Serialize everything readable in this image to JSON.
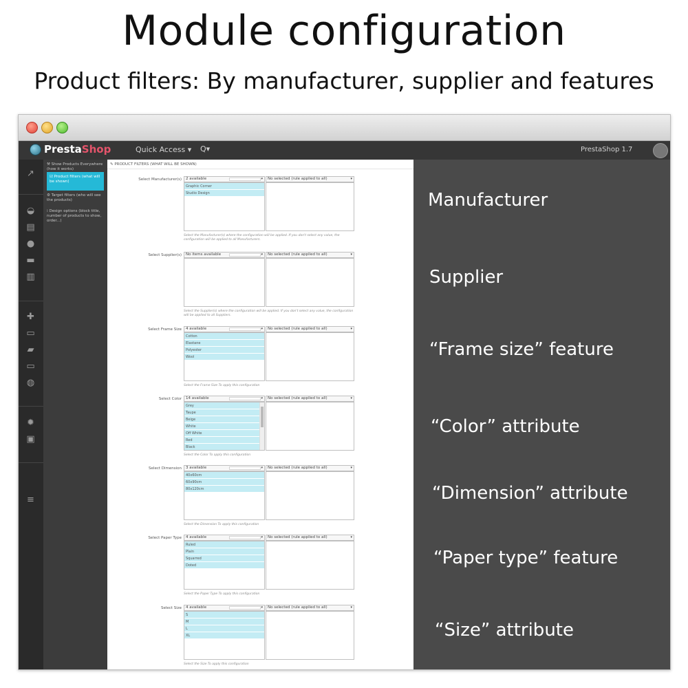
{
  "hero": {
    "title": "Module configuration",
    "subtitle": "Product filters: By manufacturer, supplier and features"
  },
  "window": {
    "logo_text_a": "Presta",
    "logo_text_b": "Shop",
    "quick_access": "Quick Access ▾",
    "search": "Q▾",
    "version": "PrestaShop 1.7"
  },
  "sidebar": {
    "icons": [
      "trend-icon",
      "basket-icon",
      "store-icon",
      "user-icon",
      "chat-icon",
      "stats-icon",
      "puzzle-icon",
      "monitor-icon",
      "truck-icon",
      "card-icon",
      "globe-icon",
      "gear-icon",
      "gear-box-icon",
      "menu-icon"
    ]
  },
  "subnav": {
    "items": [
      {
        "label": "⚒ Show Products Everywhere (how it works)"
      },
      {
        "label": "☑ Product filters (what will be shown)"
      },
      {
        "label": "⚙ Target filters (who will see the products)"
      },
      {
        "label": "⁞ Design options (block title, number of products to show, order...)"
      }
    ]
  },
  "panel": {
    "heading": "✎ PRODUCT FILTERS (WHAT WILL BE SHOWN)",
    "rows": [
      {
        "label": "Select Manufacturer(s)",
        "left_select": "2 available",
        "right_select": "No selected (rule applied to all)",
        "options": [
          "Graphic Corner",
          "Studio Design"
        ],
        "help": "Select the Manufacturer(s) where the configuration will be applied. If you don't select any value, the configuration will be applied to all Manufacturers."
      },
      {
        "label": "Select Supplier(s)",
        "left_select": "No items available",
        "right_select": "No selected (rule applied to all)",
        "options": [],
        "help": "Select the Supplier(s) where the configuration will be applied. If you don't select any value, the configuration will be applied to all Suppliers."
      },
      {
        "label": "Select Frame Size",
        "left_select": "4 available",
        "right_select": "No selected (rule applied to all)",
        "options": [
          "Cotton",
          "Elastane",
          "Polyester",
          "Wool"
        ],
        "help": "Select the Frame Size To apply this configuration"
      },
      {
        "label": "Select Color",
        "left_select": "14 available",
        "right_select": "No selected (rule applied to all)",
        "options": [
          "Grey",
          "Taupe",
          "Beige",
          "White",
          "Off White",
          "Red",
          "Black"
        ],
        "help": "Select the Color To apply this configuration"
      },
      {
        "label": "Select Dimension",
        "left_select": "3 available",
        "right_select": "No selected (rule applied to all)",
        "options": [
          "40x60cm",
          "60x90cm",
          "80x120cm"
        ],
        "help": "Select the Dimension To apply this configuration"
      },
      {
        "label": "Select Paper Type",
        "left_select": "4 available",
        "right_select": "No selected (rule applied to all)",
        "options": [
          "Ruled",
          "Plain",
          "Squarred",
          "Doted"
        ],
        "help": "Select the Paper Type To apply this configuration"
      },
      {
        "label": "Select Size",
        "left_select": "4 available",
        "right_select": "No selected (rule applied to all)",
        "options": [
          "S",
          "M",
          "L",
          "XL"
        ],
        "help": "Select the Size To apply this configuration"
      }
    ]
  },
  "annotations": [
    "Manufacturer",
    "Supplier",
    "“Frame size” feature",
    "“Color” attribute",
    "“Dimension” attribute",
    "“Paper type” feature",
    "“Size” attribute"
  ]
}
